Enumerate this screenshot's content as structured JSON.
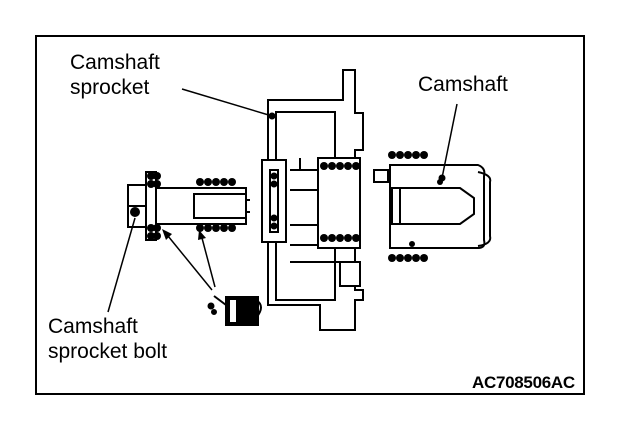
{
  "labels": {
    "sprocket_line1": "Camshaft",
    "sprocket_line2": "sprocket",
    "camshaft": "Camshaft",
    "bolt_line1": "Camshaft",
    "bolt_line2": "sprocket bolt"
  },
  "figure_code": "AC708506AC",
  "colors": {
    "ink": "#000000",
    "paper": "#ffffff"
  },
  "icons": [
    "oil-can-icon"
  ]
}
